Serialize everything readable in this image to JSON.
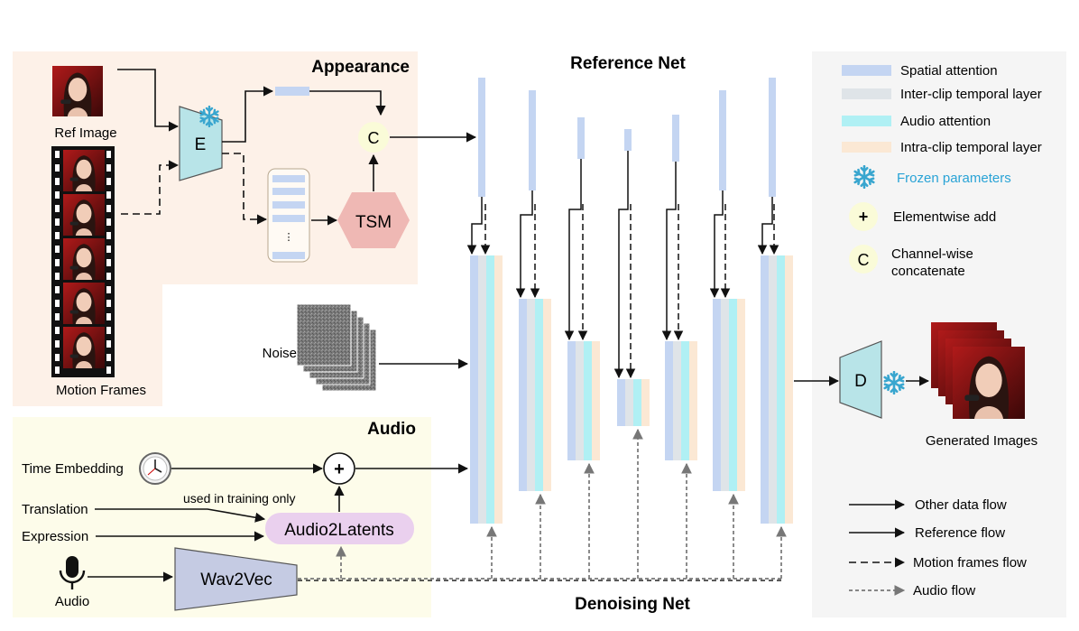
{
  "panels": {
    "appearance_title": "Appearance",
    "audio_title": "Audio",
    "reference_net_title": "Reference Net",
    "denoising_net_title": "Denoising Net"
  },
  "inputs": {
    "ref_image": "Ref Image",
    "motion_frames": "Motion Frames",
    "noise": "Noise",
    "time_embedding": "Time Embedding",
    "translation": "Translation",
    "expression": "Expression",
    "audio": "Audio",
    "used_in_training": "used in training only"
  },
  "modules": {
    "encoder": "E",
    "decoder": "D",
    "tsm": "TSM",
    "concat_symbol": "C",
    "add_symbol": "+",
    "audio2latents": "Audio2Latents",
    "wav2vec": "Wav2Vec",
    "ellipsis": "⋮"
  },
  "outputs": {
    "generated_images": "Generated Images"
  },
  "legend": {
    "spatial_attention": "Spatial attention",
    "inter_clip": "Inter-clip temporal layer",
    "audio_attention": "Audio attention",
    "intra_clip": "Intra-clip temporal layer",
    "frozen": "Frozen parameters",
    "add_symbol": "+",
    "add_label": "Elementwise add",
    "concat_symbol": "C",
    "concat_label_1": "Channel-wise",
    "concat_label_2": "concatenate",
    "other_flow": "Other data flow",
    "reference_flow": "Reference flow",
    "motion_flow": "Motion frames flow",
    "audio_flow": "Audio flow"
  },
  "colors": {
    "appearance_bg": "#fdf1e8",
    "audio_bg": "#fdfcea",
    "legend_bg": "#f5f5f5",
    "spatial": "#c4d5f2",
    "inter_clip": "#dfe4e8",
    "audio_attn": "#b0f0f4",
    "intra_clip": "#fbe8d4",
    "encoder": "#b8e4e8",
    "tsm": "#efb8b4",
    "audio2latents": "#ead0ee",
    "wav2vec": "#c5cbe3",
    "concat_fill": "#fafbd8",
    "frozen": "#39a6cf"
  }
}
